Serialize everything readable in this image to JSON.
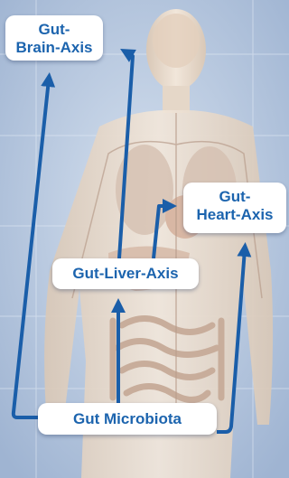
{
  "diagram": {
    "labels": {
      "brain_axis": {
        "line1": "Gut-",
        "line2": "Brain-Axis"
      },
      "heart_axis": {
        "line1": "Gut-",
        "line2": "Heart-Axis"
      },
      "liver_axis": "Gut-Liver-Axis",
      "microbiota": "Gut Microbiota"
    },
    "colors": {
      "arrow": "#1a5ea9",
      "label_text": "#1c64ae",
      "label_bg": "#ffffff",
      "background": "#b9c9df",
      "body": "#e9dccf"
    }
  }
}
